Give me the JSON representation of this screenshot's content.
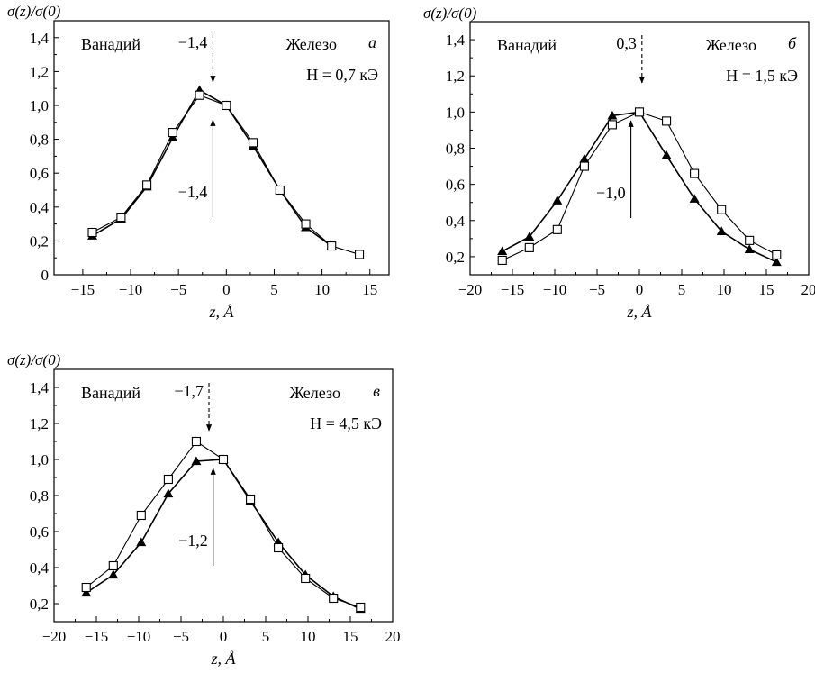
{
  "chart_data": [
    {
      "type": "line",
      "ylabel": "σ(z)/σ(0)",
      "xlabel": "z, Å",
      "panel_letter": "а",
      "left_label": "Ванадий",
      "right_label": "Железо",
      "field_label": "H = 0,7 кЭ",
      "top_arrow": {
        "x": -1.4,
        "label": "−1,4"
      },
      "bottom_arrow": {
        "x": -1.4,
        "label": "−1,4"
      },
      "xlim": [
        -18,
        17
      ],
      "ylim": [
        0,
        1.5
      ],
      "xticks": [
        -15,
        -10,
        -5,
        0,
        5,
        10,
        15
      ],
      "xtick_labels": [
        "−15",
        "−10",
        "−5",
        "0",
        "5",
        "10",
        "15"
      ],
      "yticks": [
        0,
        0.2,
        0.4,
        0.6,
        0.8,
        1.0,
        1.2,
        1.4
      ],
      "ytick_labels": [
        "0",
        "0,2",
        "0,4",
        "0,6",
        "0,8",
        "1,0",
        "1,2",
        "1,4"
      ],
      "series": [
        {
          "marker": "triangle",
          "x": [
            -14,
            -11,
            -8.3,
            -5.6,
            -2.8,
            0,
            2.8,
            5.6,
            8.3,
            11
          ],
          "y": [
            0.23,
            0.33,
            0.52,
            0.81,
            1.09,
            1.0,
            0.76,
            0.5,
            0.28,
            0.17
          ]
        },
        {
          "marker": "square",
          "x": [
            -14,
            -11,
            -8.3,
            -5.6,
            -2.8,
            0,
            2.8,
            5.6,
            8.3,
            11,
            13.9
          ],
          "y": [
            0.25,
            0.34,
            0.53,
            0.84,
            1.06,
            1.0,
            0.78,
            0.5,
            0.3,
            0.17,
            0.12
          ]
        }
      ]
    },
    {
      "type": "line",
      "ylabel": "σ(z)/σ(0)",
      "xlabel": "z, Å",
      "panel_letter": "б",
      "left_label": "Ванадий",
      "right_label": "Железо",
      "field_label": "H = 1,5 кЭ",
      "top_arrow": {
        "x": 0.3,
        "label": "0,3"
      },
      "bottom_arrow": {
        "x": -1.0,
        "label": "−1,0"
      },
      "xlim": [
        -20,
        20
      ],
      "ylim": [
        0.1,
        1.5
      ],
      "xticks": [
        -20,
        -15,
        -10,
        -5,
        0,
        5,
        10,
        15,
        20
      ],
      "xtick_labels": [
        "−20",
        "−15",
        "−10",
        "−5",
        "0",
        "5",
        "10",
        "15",
        "20"
      ],
      "yticks": [
        0.2,
        0.4,
        0.6,
        0.8,
        1.0,
        1.2,
        1.4
      ],
      "ytick_labels": [
        "0,2",
        "0,4",
        "0,6",
        "0,8",
        "1,0",
        "1,2",
        "1,4"
      ],
      "series": [
        {
          "marker": "triangle",
          "x": [
            -16.2,
            -13,
            -9.7,
            -6.5,
            -3.2,
            0,
            3.2,
            6.5,
            9.7,
            13,
            16.2
          ],
          "y": [
            0.23,
            0.31,
            0.51,
            0.74,
            0.98,
            1.0,
            0.76,
            0.52,
            0.34,
            0.24,
            0.17
          ]
        },
        {
          "marker": "square",
          "x": [
            -16.2,
            -13,
            -9.7,
            -6.5,
            -3.2,
            0,
            3.2,
            6.5,
            9.7,
            13,
            16.2
          ],
          "y": [
            0.18,
            0.25,
            0.35,
            0.7,
            0.93,
            1.0,
            0.95,
            0.66,
            0.46,
            0.29,
            0.21
          ]
        }
      ]
    },
    {
      "type": "line",
      "ylabel": "σ(z)/σ(0)",
      "xlabel": "z, Å",
      "panel_letter": "в",
      "left_label": "Ванадий",
      "right_label": "Железо",
      "field_label": "H = 4,5 кЭ",
      "top_arrow": {
        "x": -1.7,
        "label": "−1,7"
      },
      "bottom_arrow": {
        "x": -1.2,
        "label": "−1,2"
      },
      "xlim": [
        -20,
        20
      ],
      "ylim": [
        0.1,
        1.5
      ],
      "xticks": [
        -20,
        -15,
        -10,
        -5,
        0,
        5,
        10,
        15,
        20
      ],
      "xtick_labels": [
        "−20",
        "−15",
        "−10",
        "−5",
        "0",
        "5",
        "10",
        "15",
        "20"
      ],
      "yticks": [
        0.2,
        0.4,
        0.6,
        0.8,
        1.0,
        1.2,
        1.4
      ],
      "ytick_labels": [
        "0,2",
        "0,4",
        "0,6",
        "0,8",
        "1,0",
        "1,2",
        "1,4"
      ],
      "series": [
        {
          "marker": "triangle",
          "x": [
            -16.2,
            -13,
            -9.7,
            -6.5,
            -3.2,
            0,
            3.2,
            6.5,
            9.7,
            13,
            16.2
          ],
          "y": [
            0.26,
            0.36,
            0.54,
            0.81,
            0.99,
            1.0,
            0.77,
            0.54,
            0.36,
            0.24,
            0.17
          ]
        },
        {
          "marker": "square",
          "x": [
            -16.2,
            -13,
            -9.7,
            -6.5,
            -3.2,
            0,
            3.2,
            6.5,
            9.7,
            13,
            16.2
          ],
          "y": [
            0.29,
            0.41,
            0.69,
            0.89,
            1.1,
            1.0,
            0.78,
            0.51,
            0.34,
            0.23,
            0.18
          ]
        }
      ]
    }
  ]
}
